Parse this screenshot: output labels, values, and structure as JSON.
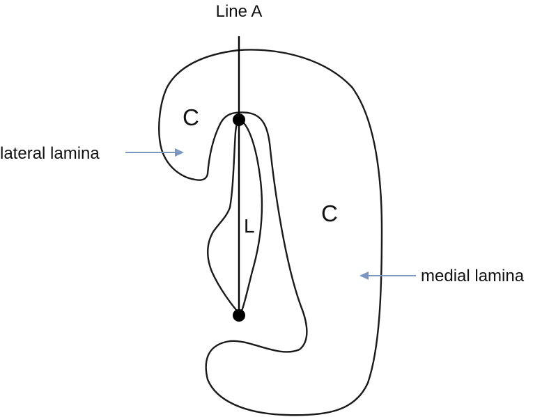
{
  "line_label": "Line A",
  "region_labels": {
    "c_upper": "C",
    "c_main": "C",
    "l_center": "L"
  },
  "annotations": {
    "lateral": "lateral lamina",
    "medial": "medial lamina"
  },
  "colors": {
    "outline": "#1a1a1a",
    "arrow": "#7a97c2"
  }
}
